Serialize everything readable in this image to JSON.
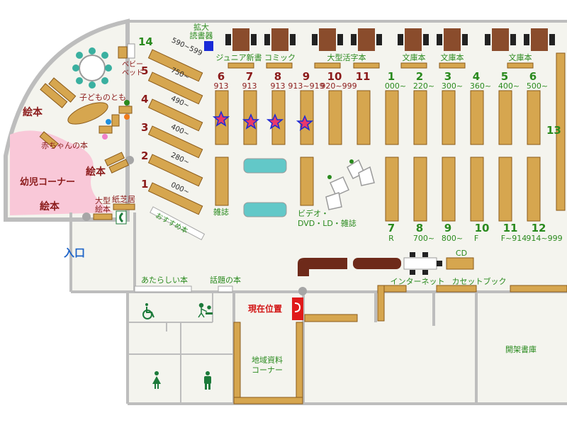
{
  "colors": {
    "shelf": "#d6a64f",
    "shelf_edge": "#8a5a1a",
    "wall": "#bdbdbd",
    "floor": "#f4f4ee",
    "kids_area": "#f9c8d8",
    "table_dark": "#8a4c2c",
    "path_dark": "#6e2a1a",
    "current_pos": "#e01a1a",
    "star": "#e83a6a",
    "label_green": "#2a8a1e",
    "label_red": "#8b1b1b",
    "label_blue": "#1e64c8"
  },
  "areas": {
    "magnified_reader": "拡大\n読書器",
    "junior_shinsho": "ジュニア新書",
    "comic": "コミック",
    "large_print": "大型活字本",
    "bunko1": "文庫本",
    "bunko2": "文庫本",
    "bunko3": "文庫本",
    "baby_bed": "ベビー\nベッド",
    "kodomo_no_tomo": "子どものとも",
    "ehon_top": "絵本",
    "akachan_no_hon": "赤ちゃんの本",
    "ehon_mid": "絵本",
    "yoji_corner": "幼児コーナー",
    "ehon_bottom": "絵本",
    "large_ehon": "大型\n絵本",
    "kamishibai": "紙芝居",
    "osusume": "おすすめ本",
    "zasshi": "雑誌",
    "video": "ビデオ・\nDVD・LD・雑誌",
    "cd": "CD",
    "internet": "インターネット",
    "cassette": "カセットブック",
    "new_books": "あたらしい本",
    "topic_books": "話題の本",
    "current_position": "現在位置",
    "local_materials": "地域資料\nコーナー",
    "closed_stacks": "開架書庫",
    "entrance": "入口"
  },
  "diag_shelves": [
    {
      "num": "14",
      "range": "590~599"
    },
    {
      "num": "5",
      "range": "750~"
    },
    {
      "num": "4",
      "range": "490~"
    },
    {
      "num": "3",
      "range": "400~"
    },
    {
      "num": "2",
      "range": "280~"
    },
    {
      "num": "1",
      "range": "000~"
    }
  ],
  "red_shelves": [
    {
      "num": "6",
      "range": "913"
    },
    {
      "num": "7",
      "range": "913"
    },
    {
      "num": "8",
      "range": "913"
    },
    {
      "num": "9",
      "range": "913~919"
    },
    {
      "num": "10",
      "range": "920~999"
    },
    {
      "num": "11",
      "range": ""
    }
  ],
  "green_top": [
    {
      "num": "1",
      "range": "000~"
    },
    {
      "num": "2",
      "range": "220~"
    },
    {
      "num": "3",
      "range": "300~"
    },
    {
      "num": "4",
      "range": "360~"
    },
    {
      "num": "5",
      "range": "400~"
    },
    {
      "num": "6",
      "range": "500~"
    }
  ],
  "green_bottom": [
    {
      "num": "7",
      "range": "R"
    },
    {
      "num": "8",
      "range": "700~"
    },
    {
      "num": "9",
      "range": "800~"
    },
    {
      "num": "10",
      "range": "F"
    },
    {
      "num": "11",
      "range": "F~914"
    },
    {
      "num": "12",
      "range": "914~999"
    }
  ],
  "right_shelf_num": "13"
}
